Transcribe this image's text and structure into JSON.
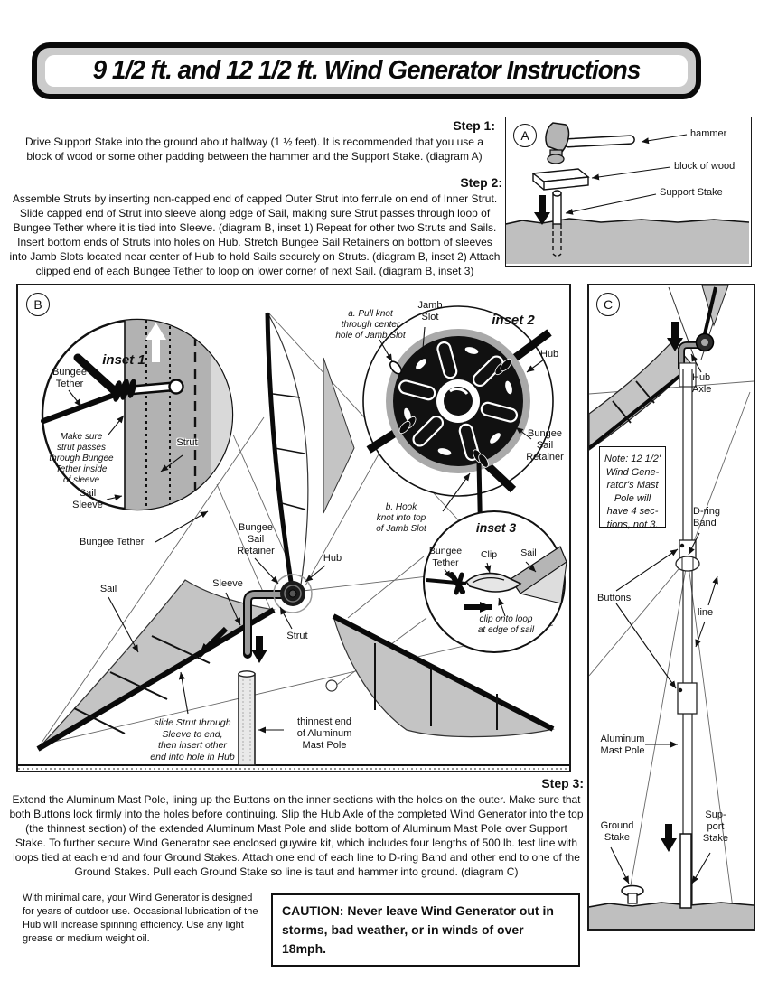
{
  "page": {
    "title": "9 1/2 ft. and 12 1/2 ft. Wind Generator Instructions"
  },
  "colors": {
    "ink": "#111111",
    "banner_gray": "#cbcbcb",
    "sail_gray": "#c4c4c4",
    "ground_gray": "#bfbfbf",
    "hub_black": "#111111"
  },
  "steps": {
    "step1": {
      "heading": "Step 1:",
      "body": "Drive Support Stake into the ground about halfway (1 ½ feet).  It is recommended that you use a block of wood or some other padding between the hammer and the Support Stake.  (diagram A)"
    },
    "step2": {
      "heading": "Step 2:",
      "body": "Assemble Struts by inserting non-capped end of capped Outer Strut into ferrule on end of Inner Strut. Slide capped end of Strut into sleeve along edge of Sail, making sure Strut passes through loop of Bungee Tether where it is tied into Sleeve.  (diagram B, inset 1)  Repeat for other two Struts and Sails. Insert bottom ends of Struts into holes on Hub.  Stretch Bungee Sail Retainers on bottom of sleeves into Jamb Slots located near center of Hub to hold Sails securely on Struts.  (diagram B, inset 2)  Attach clipped end of each Bungee Tether to loop on lower corner of next Sail.  (diagram B, inset 3)"
    },
    "step3": {
      "heading": "Step 3:",
      "body": "Extend the Aluminum Mast Pole, lining up the Buttons on the inner sections with the holes on the outer.  Make sure that both Buttons lock firmly into the holes before continuing.   Slip the Hub Axle of the completed Wind Generator into the top (the thinnest section) of the extended Aluminum Mast Pole and slide bottom of Aluminum Mast Pole over Support Stake.  To further secure Wind Generator see enclosed guywire kit, which includes four lengths of 500 lb. test line with loops tied at each end and four Ground Stakes.  Attach one end of each line to D-ring Band and other end to one of the Ground Stakes.  Pull each Ground Stake so line is taut and hammer into ground.  (diagram C)"
    }
  },
  "diagram_a": {
    "letter": "A",
    "labels": {
      "hammer": "hammer",
      "block_of_wood": "block of wood",
      "support_stake": "Support Stake"
    }
  },
  "diagram_b": {
    "letter": "B",
    "inset1": {
      "title": "inset 1",
      "bungee_tether_label": "Bungee\nTether",
      "note": "Make sure\nstrut passes\nthrough Bungee\nTether inside\nof sleeve",
      "sail_sleeve_label": "Sail\nSleeve",
      "strut_label": "Strut"
    },
    "inset2": {
      "title": "inset 2",
      "jamb_slot_label": "Jamb\nSlot",
      "hub_label": "Hub",
      "note_a": "a. Pull knot\nthrough center\nhole of Jamb Slot",
      "note_b": "b. Hook\nknot into top\nof Jamb Slot",
      "bungee_sail_retainer_label": "Bungee\nSail\nRetainer"
    },
    "inset3": {
      "title": "inset 3",
      "bungee_tether_label": "Bungee\nTether",
      "clip_label": "Clip",
      "sail_label": "Sail",
      "note": "clip onto loop\nat edge of sail"
    },
    "main": {
      "bungee_tether_label": "Bungee Tether",
      "bungee_sail_retainer_label": "Bungee\nSail\nRetainer",
      "hub_label": "Hub",
      "sail_label": "Sail",
      "sleeve_label": "Sleeve",
      "strut_label": "Strut",
      "slide_note": "slide Strut through\nSleeve to end,\nthen insert other\nend into hole in Hub",
      "mast_tip_note": "thinnest end\nof Aluminum\nMast Pole"
    }
  },
  "diagram_c": {
    "letter": "C",
    "labels": {
      "hub_axle": "Hub\nAxle",
      "note": "Note: 12 1/2'\nWind Gene-\nrator's Mast\nPole will\nhave 4 sec-\ntions, not 3.",
      "dring_band": "D-ring\nBand",
      "buttons": "Buttons",
      "line": "line",
      "aluminum_mast_pole": "Aluminum\nMast Pole",
      "ground_stake": "Ground\nStake",
      "support_stake": "Sup-\nport\nStake"
    }
  },
  "footer": {
    "care_note": "With minimal care, your Wind Generator is designed for years of outdoor use.  Occasional lubrication of the Hub will increase spinning efficiency.  Use any light grease or medium weight oil.",
    "caution": "CAUTION:  Never leave Wind Generator out in storms, bad weather, or in winds of over 18mph."
  }
}
